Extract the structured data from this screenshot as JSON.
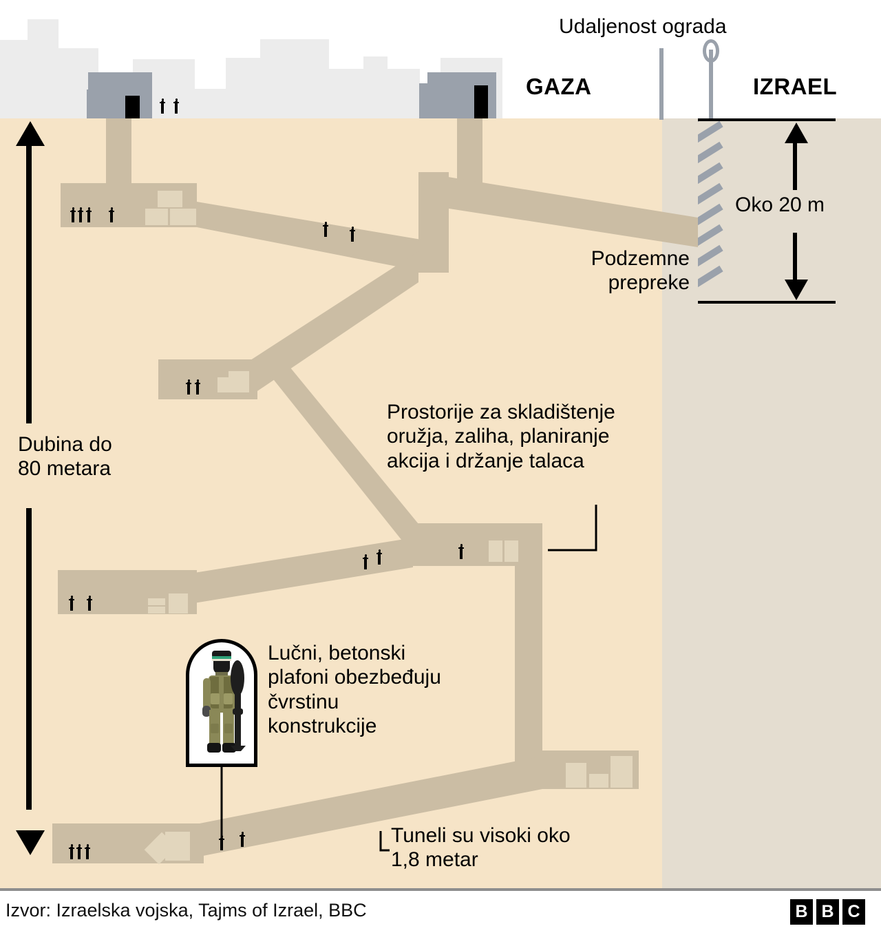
{
  "labels": {
    "fence_distance": "Udaljenost ograda",
    "gaza": "GAZA",
    "izrael": "IZRAEL",
    "about_20m": "Oko 20 m",
    "underground_barriers": "Podzemne\nprepreke",
    "depth": "Dubina do\n80 metara",
    "storage_rooms": "Prostorije za skladištenje\noružja, zaliha, planiranje\nakcija i držanje talaca",
    "arched_ceilings": "Lučni, betonski\nplafoni obezbeđuju\nčvrstinu\nkonstrukcije",
    "tunnel_height": "Tuneli su visoki oko\n1,8 metar"
  },
  "footer": {
    "source": "Izvor: Izraelska vojska, Tajms of Izrael, BBC",
    "logo": [
      "B",
      "B",
      "C"
    ]
  },
  "colors": {
    "sand": "#f6e4c7",
    "israel_ground": "#e4ddd0",
    "tunnel": "#cbbda4",
    "crate": "#e2d6bd",
    "skyline": "#ececec",
    "building": "#9aa1ab",
    "fence": "#9aa1ab",
    "ink": "#000000",
    "divider": "#8e8e8e"
  },
  "chart_data": {
    "type": "diagram",
    "title": "Gaza tunnel cross-section",
    "annotations": [
      {
        "name": "depth",
        "text": "Dubina do 80 metara",
        "value": 80,
        "unit": "m"
      },
      {
        "name": "barrier-depth",
        "text": "Oko 20 m",
        "value": 20,
        "unit": "m"
      },
      {
        "name": "tunnel-height",
        "text": "Tuneli su visoki oko 1,8 metar",
        "value": 1.8,
        "unit": "m"
      }
    ],
    "regions": [
      "GAZA",
      "IZRAEL"
    ]
  },
  "icons": {
    "person": "person-icon",
    "militant": "militant-figure-icon",
    "fence_post": "fence-post-icon",
    "barrier": "underground-barrier-icon"
  }
}
